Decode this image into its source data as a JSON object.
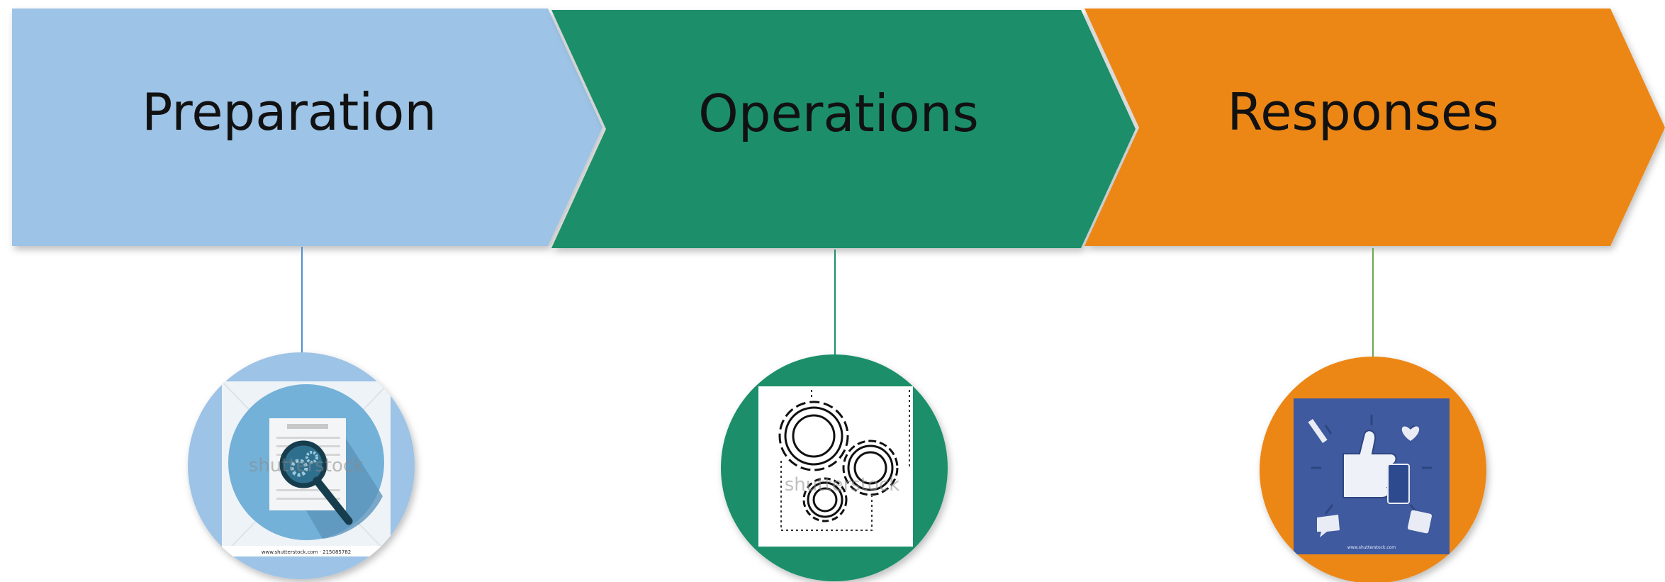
{
  "stages": [
    {
      "label": "Preparation",
      "color": "#9dc3e6",
      "icon": "document-magnifier-gear-icon"
    },
    {
      "label": "Operations",
      "color": "#1a8f6b",
      "icon": "gears-icon"
    },
    {
      "label": "Responses",
      "color": "#ec8714",
      "icon": "thumbs-up-icon"
    }
  ],
  "watermarks": [
    "shutterstock",
    "shutterstock"
  ],
  "stock_caption": "www.shutterstock.com · 215085782",
  "credit_caption": "www.shutterstock.com"
}
